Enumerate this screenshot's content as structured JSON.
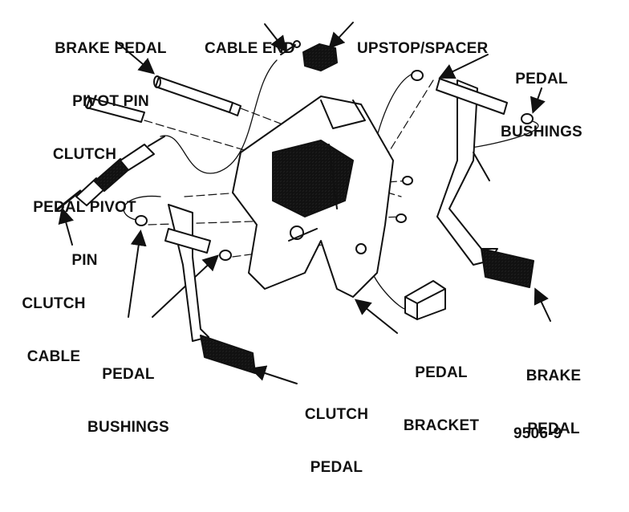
{
  "labels": {
    "brake_pedal_pivot_pin": [
      "BRAKE PEDAL",
      "PIVOT PIN"
    ],
    "cable_end": [
      "CABLE END"
    ],
    "upstop_spacer": [
      "UPSTOP/SPACER"
    ],
    "pedal_bushings_top": [
      "PEDAL",
      "BUSHINGS"
    ],
    "clutch_pedal_pivot_pin": [
      "CLUTCH",
      "PEDAL PIVOT",
      "PIN"
    ],
    "clutch_cable": [
      "CLUTCH",
      "CABLE"
    ],
    "pedal_bushings_bottom": [
      "PEDAL",
      "BUSHINGS"
    ],
    "pedal_bracket": [
      "PEDAL",
      "BRACKET"
    ],
    "brake_pedal": [
      "BRAKE",
      "PEDAL"
    ],
    "clutch_pedal": [
      "CLUTCH",
      "PEDAL"
    ],
    "figure_number": [
      "9506-9"
    ]
  }
}
